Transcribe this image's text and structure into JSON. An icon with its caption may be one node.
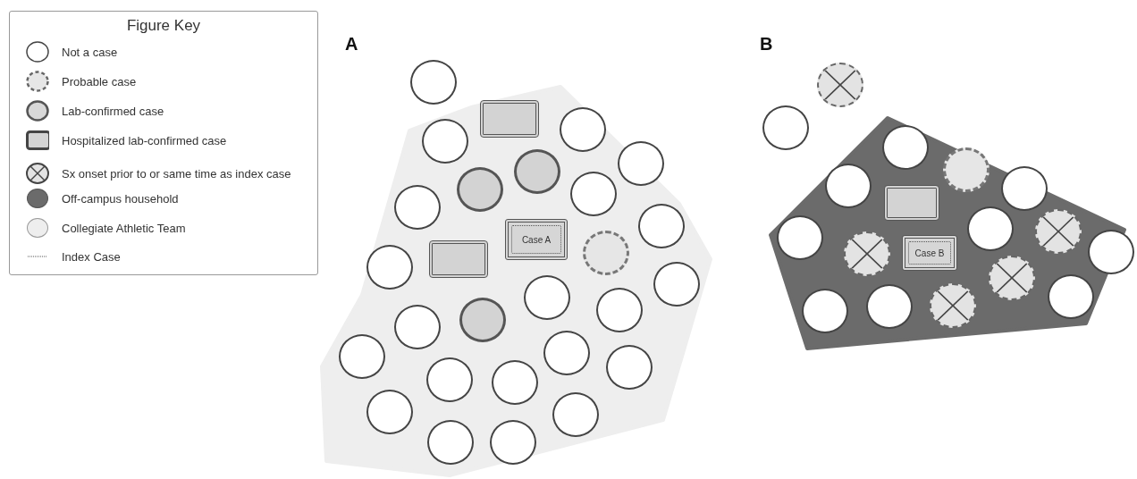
{
  "diagram": {
    "nodes": [
      {
        "text": [],
        "shape": "polygon"
      },
      {
        "text": [],
        "shape": "circle"
      },
      {
        "text": [],
        "shape": "box",
        "in": 0
      },
      {
        "text": [],
        "shape": "circle",
        "in": 0
      },
      {
        "text": [],
        "shape": "circle",
        "in": 0
      },
      {
        "text": [],
        "shape": "circle",
        "in": 0
      },
      {
        "text": [],
        "shape": "circle",
        "in": 0
      },
      {
        "text": [],
        "shape": "circle",
        "in": 0
      },
      {
        "text": [],
        "shape": "circle",
        "in": 0
      },
      {
        "text": [],
        "shape": "circle",
        "in": 0
      },
      {
        "text": [],
        "shape": "circle",
        "in": 0
      },
      {
        "text": [
          "Case A"
        ],
        "in": 0
      },
      {
        "text": [],
        "shape": "box",
        "in": 0
      },
      {
        "text": [],
        "shape": "circle",
        "in": 0
      },
      {
        "text": [],
        "shape": "circle",
        "in": 0
      },
      {
        "text": [],
        "shape": "circle",
        "in": 0
      },
      {
        "text": [],
        "shape": "circle",
        "in": 0
      },
      {
        "text": [],
        "shape": "circle",
        "in": 0
      },
      {
        "text": [],
        "shape": "circle",
        "in": 0
      },
      {
        "text": [],
        "shape": "circle",
        "in": 0
      },
      {
        "text": [],
        "shape": "circle",
        "in": 0
      },
      {
        "text": [],
        "shape": "circle",
        "in": 0
      },
      {
        "text": [],
        "shape": "circle",
        "in": 0
      },
      {
        "text": [],
        "shape": "circle",
        "in": 0
      },
      {
        "text": [],
        "shape": "circle",
        "in": 0
      },
      {
        "text": [],
        "shape": "circle",
        "in": 0
      },
      {
        "text": [],
        "shape": "circle",
        "in": 0
      },
      {
        "text": [],
        "shape": "circle",
        "in": 0
      },
      {
        "text": [],
        "shape": "circle",
        "in": 0
      },
      {
        "text": [],
        "shape": "polygon"
      },
      {
        "text": [],
        "shape": "circle"
      },
      {
        "text": [],
        "shape": "circle"
      },
      {
        "text": [],
        "shape": "circle",
        "in": 29
      },
      {
        "text": [],
        "shape": "circle",
        "in": 29
      },
      {
        "text": [],
        "shape": "circle",
        "in": 29
      },
      {
        "text": [],
        "shape": "circle",
        "in": 29
      },
      {
        "text": [],
        "shape": "box",
        "in": 29
      },
      {
        "text": [],
        "shape": "circle",
        "in": 29
      },
      {
        "text": [],
        "shape": "circle",
        "in": 29
      },
      {
        "text": [],
        "shape": "circle",
        "in": 29
      },
      {
        "text": [],
        "shape": "circle"
      },
      {
        "text": [],
        "shape": "circle",
        "in": 29
      },
      {
        "text": [
          "Case B"
        ],
        "in": 29
      },
      {
        "text": [],
        "shape": "circle",
        "in": 29
      },
      {
        "text": [],
        "shape": "circle",
        "in": 29
      },
      {
        "text": [],
        "shape": "circle",
        "in": 29
      },
      {
        "text": [],
        "shape": "circle",
        "in": 29
      },
      {
        "text": [],
        "shape": "circle",
        "in": 29
      }
    ],
    "labels": [
      "Figure Key",
      "A",
      "B"
    ],
    "legend": [
      {
        "text": "Not a case"
      },
      {
        "text": "Probable case"
      },
      {
        "text": "Lab-confirmed case"
      },
      {
        "text": "Hospitalized lab-confirmed case"
      },
      {
        "text": "Sx onset prior to or same time as index case"
      },
      {
        "text": "Off-campus household",
        "color": "#6b6b6b"
      },
      {
        "text": "Collegiate Athletic Team",
        "color": "#eeeeee"
      },
      {
        "text": "Index Case"
      }
    ]
  }
}
